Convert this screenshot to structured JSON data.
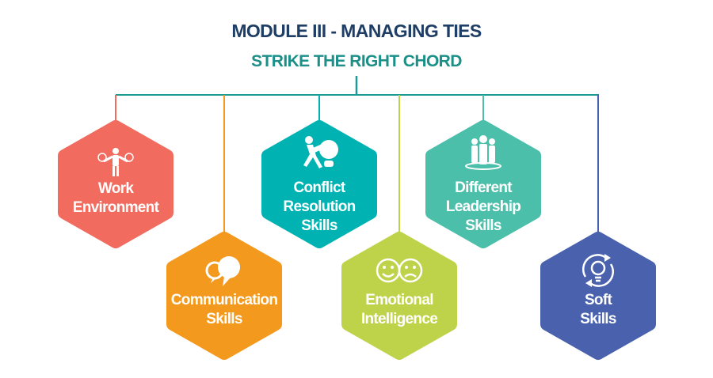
{
  "header": {
    "title": "MODULE III - MANAGING TIES",
    "subtitle": "STRIKE THE RIGHT CHORD"
  },
  "colors": {
    "title": "#1e3e66",
    "subtitle": "#1b8f88",
    "connector": "#1b9a96"
  },
  "modules": [
    {
      "id": "work-environment",
      "lines": [
        "Work",
        "Environment"
      ],
      "color": "#f26b5f",
      "icon": "businessman-balance-icon"
    },
    {
      "id": "communication-skills",
      "lines": [
        "Communication",
        "Skills"
      ],
      "color": "#f39a1e",
      "icon": "speech-bubbles-icon"
    },
    {
      "id": "conflict-resolution-skills",
      "lines": [
        "Conflict",
        "Resolution",
        "Skills"
      ],
      "color": "#00b2b2",
      "icon": "puzzle-bulb-icon"
    },
    {
      "id": "emotional-intelligence",
      "lines": [
        "Emotional",
        "Intelligence"
      ],
      "color": "#bfd34a",
      "icon": "happy-sad-faces-icon"
    },
    {
      "id": "different-leadership-skills",
      "lines": [
        "Different",
        "Leadership",
        "Skills"
      ],
      "color": "#4cbfab",
      "icon": "team-leaders-icon"
    },
    {
      "id": "soft-skills",
      "lines": [
        "Soft",
        "Skills"
      ],
      "color": "#4a62ae",
      "icon": "bulb-cycle-icon"
    }
  ]
}
